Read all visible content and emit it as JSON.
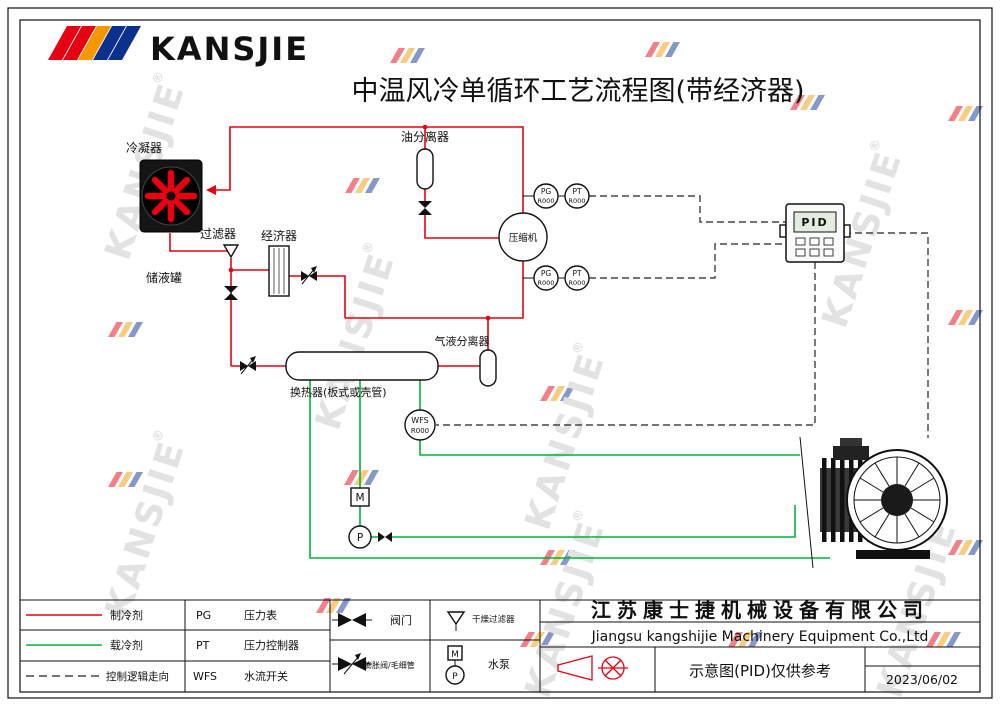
{
  "brand": {
    "name": "KANSJIE",
    "registered": "®"
  },
  "title": "中温风冷单循环工艺流程图(带经济器)",
  "diagram": {
    "condenser": "冷凝器",
    "oil_separator": "油分离器",
    "filter": "过滤器",
    "economizer": "经济器",
    "receiver": "储液罐",
    "compressor": "压缩机",
    "gas_liquid_separator": "气液分离器",
    "heat_exchanger": "换热器(板式或壳管)",
    "pid": "PID",
    "wfs": {
      "abbr": "WFS",
      "tag": "R000"
    },
    "gauges": {
      "pg": "PG",
      "pt": "PT",
      "tag": "R000"
    },
    "motor": "M",
    "pump": "P"
  },
  "legend": {
    "refrigerant": "制冷剂",
    "coolant": "载冷剂",
    "control_logic": "控制逻辑走向",
    "pg_abbr": "PG",
    "pg_name": "压力表",
    "pt_abbr": "PT",
    "pt_name": "压力控制器",
    "wfs_abbr": "WFS",
    "wfs_name": "水流开关",
    "valve": "阀门",
    "expansion_valve": "膨胀阀/毛细管",
    "drier_filter": "干燥过滤器",
    "water_pump": "水泵",
    "pump_m": "M",
    "pump_p": "P"
  },
  "title_block": {
    "company_cn": "江苏康士捷机械设备有限公司",
    "company_en": "Jiangsu kangshijie Machinery Equipment Co.,Ltd",
    "note": "示意图(PID)仅供参考",
    "date": "2023/06/02"
  },
  "colors": {
    "refrigerant": "#e60012",
    "coolant": "#00b33c",
    "brand_blue": "#16338e",
    "slash_orange": "#f39800",
    "slash_blue": "#0b318f",
    "company_orange": "#f0a500",
    "watermark_gray": "#e2e2e2"
  }
}
